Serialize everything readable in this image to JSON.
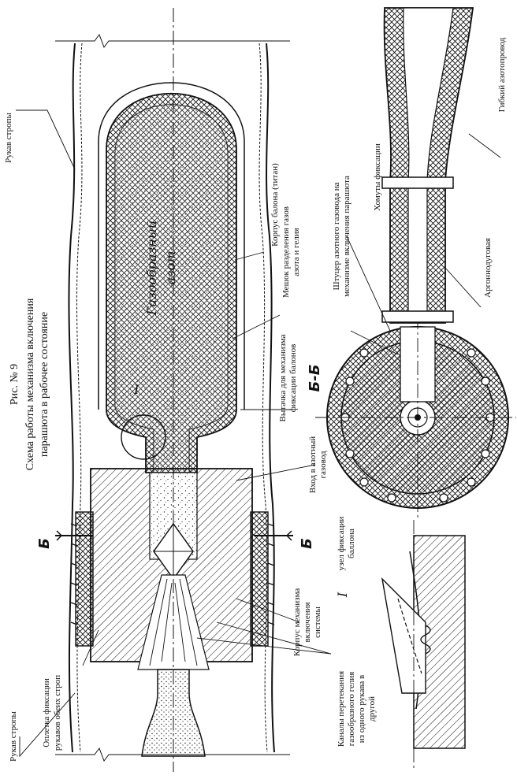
{
  "figure": {
    "number": "Рис. № 9",
    "title_line1": "Схема работы механизма включения",
    "title_line2": "парашюта в рабочее состояние"
  },
  "labels": {
    "sling_sleeve_top": "Рукав стропы",
    "sling_sleeve_bottom": "Рукав стропы",
    "braid_line1": "Оплетка фиксации",
    "braid_line2": "рукавов обеих строп",
    "channels_line1": "Каналы перетекания",
    "channels_line2": "газообразного гелия",
    "channels_line3": "из одного рукава в",
    "channels_line4": "другой",
    "body_mech_line1": "Корпус механизма",
    "body_mech_line2": "включения",
    "body_mech_line3": "системы",
    "node_marker": "I",
    "node_line1": "узел фиксации",
    "node_line2": "баллона",
    "nitrogen_inlet_line1": "Вход в азотный",
    "nitrogen_inlet_line2": "газовод",
    "latch_line1": "Вытачка для механизма",
    "latch_line2": "фиксации балонов",
    "section_mark": "Б-Б",
    "cut_mark_left": "Б",
    "cut_mark_right": "Б",
    "bag_line1": "Мешок разделения газов",
    "bag_line2": "азота и гелия",
    "body_balloon": "Корпус балона (титан)",
    "fitting_line1": "Штуцер азотного газовода на",
    "fitting_line2": "механизме включения парашюта",
    "weld": "Аргоннодуговая",
    "clamps": "Хомуты фиксации",
    "flex_pipe": "Гибкий азотопровод",
    "handwritten_line1": "Газообразный",
    "handwritten_line2": "азот"
  }
}
